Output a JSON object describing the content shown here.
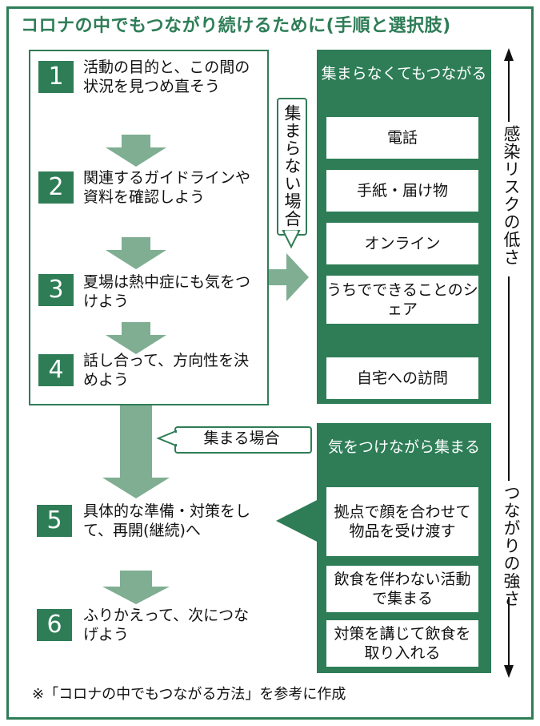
{
  "title": "コロナの中でもつながり続けるために(手順と選択肢)",
  "steps": [
    {
      "num": "1",
      "text": "活動の目的と、この間の状況を見つめ直そう"
    },
    {
      "num": "2",
      "text": "関連するガイドラインや資料を確認しよう"
    },
    {
      "num": "3",
      "text": "夏場は熱中症にも気をつけよう"
    },
    {
      "num": "4",
      "text": "話し合って、方向性を決めよう"
    },
    {
      "num": "5",
      "text": "具体的な準備・対策をして、再開(継続)へ"
    },
    {
      "num": "6",
      "text": "ふりかえって、次につなげよう"
    }
  ],
  "labels": {
    "not_gather": "集まらない場合",
    "gather": "集まる場合"
  },
  "panels": {
    "remote": {
      "title": "集まらなくてもつながる",
      "options": [
        "電話",
        "手紙・届け物",
        "オンライン",
        "うちでできることのシェア",
        "自宅への訪問"
      ]
    },
    "gather": {
      "title": "気をつけながら集まる",
      "options": [
        "拠点で顔を合わせて物品を受け渡す",
        "飲食を伴わない活動で集まる",
        "対策を講じて飲食を取り入れる"
      ]
    }
  },
  "axis": {
    "top": "感染リスクの低さ",
    "bottom": "つながりの強さ"
  },
  "note": "※「コロナの中でもつながる方法」を参考に作成",
  "colors": {
    "accent": "#2e7d57",
    "arrow": "#7fae92"
  }
}
